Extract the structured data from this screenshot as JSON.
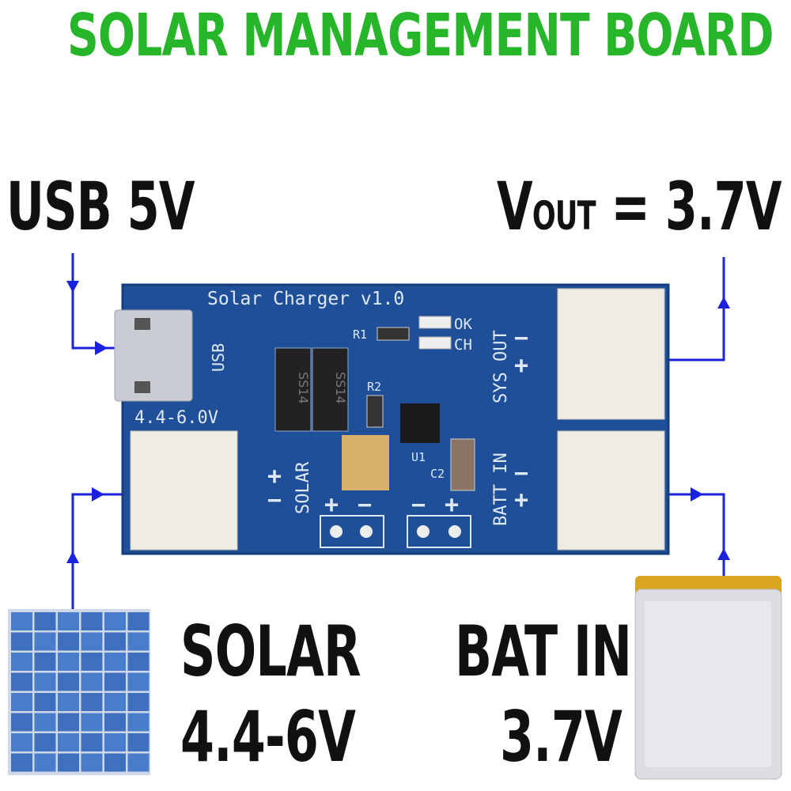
{
  "title": "SOLAR MANAGEMENT BOARD",
  "labels": {
    "usb": "USB 5V",
    "vout_v": "V",
    "vout_sub": "OUT",
    "vout_value": "= 3.7V",
    "solar_line1": "SOLAR",
    "solar_line2": "4.4-6V",
    "bat_line1": "BAT IN",
    "bat_line2": "3.7V"
  },
  "board": {
    "name": "Solar Charger v1.0",
    "usb": "USB",
    "input_range": "4.4-6.0V",
    "solar": "SOLAR",
    "sys_out": "SYS OUT",
    "batt_in": "BATT IN",
    "led_ok": "OK",
    "led_ch": "CH",
    "r1": "R1",
    "r2": "R2",
    "u1": "U1",
    "c2": "C2",
    "diode": "SS14",
    "plus": "+",
    "minus": "−"
  },
  "colors": {
    "title": "#27b52a",
    "board": "#1f4f99",
    "wire": "#1a22e0"
  }
}
